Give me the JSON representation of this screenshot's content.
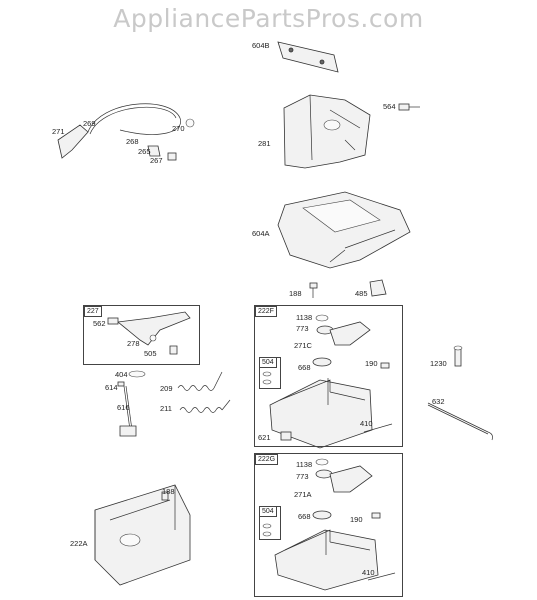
{
  "watermark": "AppliancePartsPros.com",
  "labels": {
    "p604B": "604B",
    "p564": "564",
    "p281": "281",
    "p604A": "604A",
    "p188a": "188",
    "p485": "485",
    "p269": "269",
    "p271": "271",
    "p270": "270",
    "p268": "268",
    "p265": "265",
    "p267": "267",
    "p227": "227",
    "p562": "562",
    "p278": "278",
    "p505": "505",
    "p404": "404",
    "p614": "614",
    "p616": "616",
    "p209": "209",
    "p211": "211",
    "p188b": "188",
    "p222A": "222A",
    "p222F": "222F",
    "p1138a": "1138",
    "p773a": "773",
    "p271C": "271C",
    "p668a": "668",
    "p190a": "190",
    "p504a": "504",
    "p410a": "410",
    "p621": "621",
    "p1230": "1230",
    "p632": "632",
    "p222G": "222G",
    "p1138b": "1138",
    "p773b": "773",
    "p271A": "271A",
    "p668b": "668",
    "p190b": "190",
    "p504b": "504",
    "p410b": "410"
  }
}
